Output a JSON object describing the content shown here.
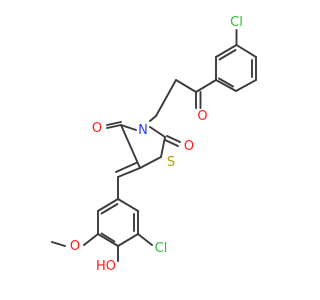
{
  "molecule": {
    "atoms": {
      "cl_top": {
        "text": "Cl",
        "color": "#2fbf2f"
      },
      "o_ketone": {
        "text": "O",
        "color": "#ff1a1a"
      },
      "n_ring": {
        "text": "N",
        "color": "#2a3cff"
      },
      "o_c4": {
        "text": "O",
        "color": "#ff1a1a"
      },
      "o_c2": {
        "text": "O",
        "color": "#ff1a1a"
      },
      "s_ring": {
        "text": "S",
        "color": "#b3a300"
      },
      "cl_bottom": {
        "text": "Cl",
        "color": "#2fbf2f"
      },
      "o_methoxy": {
        "text": "O",
        "color": "#ff1a1a"
      },
      "ho": {
        "text": "HO",
        "color": "#ff1a1a"
      }
    },
    "bond_color": "#3b3b3b"
  }
}
